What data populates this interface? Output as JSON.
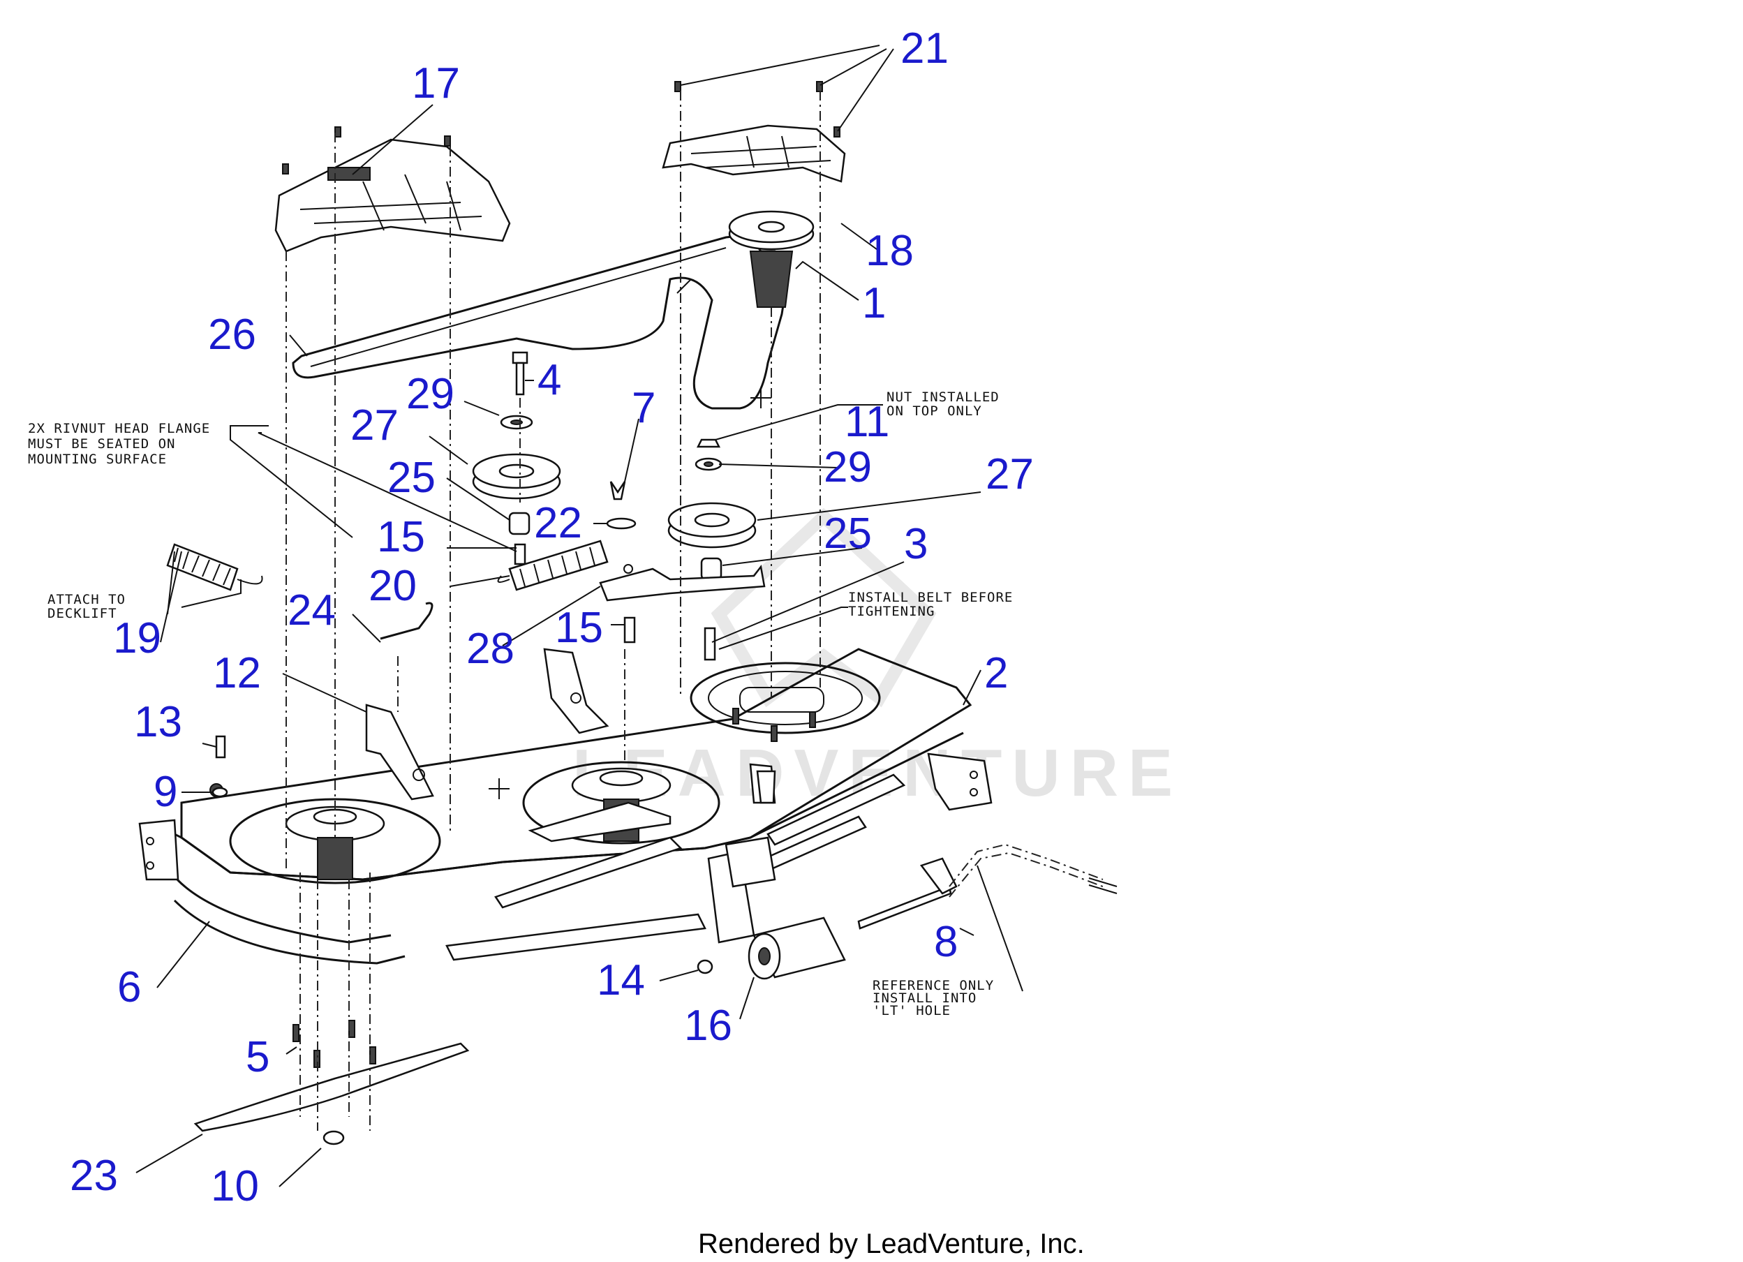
{
  "diagram": {
    "callouts": [
      "1",
      "2",
      "3",
      "4",
      "5",
      "6",
      "7",
      "8",
      "9",
      "10",
      "11",
      "12",
      "13",
      "14",
      "15",
      "15",
      "16",
      "17",
      "18",
      "19",
      "20",
      "21",
      "22",
      "23",
      "24",
      "25",
      "25",
      "26",
      "27",
      "27",
      "28",
      "29",
      "29"
    ],
    "notes": {
      "rivnut": [
        "2X RIVNUT HEAD FLANGE",
        "MUST BE SEATED ON",
        "MOUNTING SURFACE"
      ],
      "nut": [
        "NUT INSTALLED",
        "ON TOP ONLY"
      ],
      "belt": [
        "INSTALL BELT BEFORE",
        "TIGHTENING"
      ],
      "decklift": [
        "ATTACH TO",
        "DECKLIFT"
      ],
      "reference": [
        "REFERENCE ONLY",
        "INSTALL INTO",
        "'LT' HOLE"
      ]
    },
    "watermark": "LEADVENTURE",
    "footer": "Rendered by LeadVenture, Inc."
  }
}
